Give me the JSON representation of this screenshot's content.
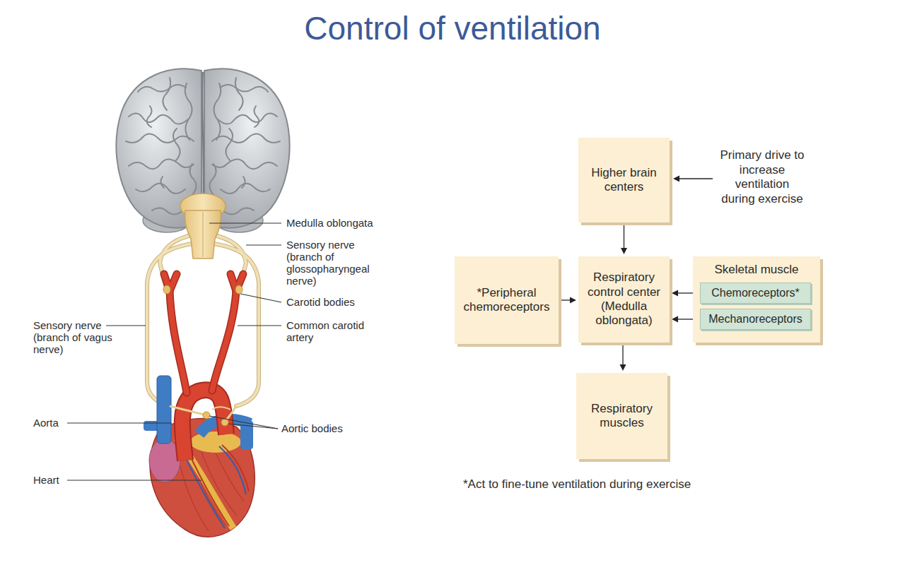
{
  "diagram": {
    "title": "Control of ventilation",
    "nodes": [
      {
        "text": [
          "Higher brain centers"
        ]
      },
      {
        "text": [
          "*Peripheral chemoreceptors"
        ]
      },
      {
        "text": [
          "Respiratory control center (Medulla oblongata)"
        ]
      },
      {
        "text": [
          "Skeletal muscle"
        ]
      },
      {
        "text": [
          "Chemoreceptors*"
        ],
        "in": 3
      },
      {
        "text": [
          "Mechanoreceptors"
        ],
        "in": 3
      },
      {
        "text": [
          "Respiratory muscles"
        ]
      }
    ],
    "edges": [
      {
        "from": 0,
        "to": 2,
        "arrow": "to"
      },
      {
        "from": 1,
        "to": 2,
        "arrow": "to"
      },
      {
        "from": 4,
        "to": 2,
        "arrow": "to"
      },
      {
        "from": 5,
        "to": 2,
        "arrow": "to"
      },
      {
        "from": 2,
        "to": 6,
        "arrow": "to"
      }
    ],
    "labels": [
      "Medulla oblongata",
      "Sensory nerve (branch of glossopharyngeal nerve)",
      "Carotid bodies",
      "Sensory nerve (branch of vagus nerve)",
      "Common carotid artery",
      "Aorta",
      "Aortic bodies",
      "Heart",
      "Primary drive to increase ventilation during exercise",
      "*Act to fine-tune ventilation during exercise"
    ]
  }
}
